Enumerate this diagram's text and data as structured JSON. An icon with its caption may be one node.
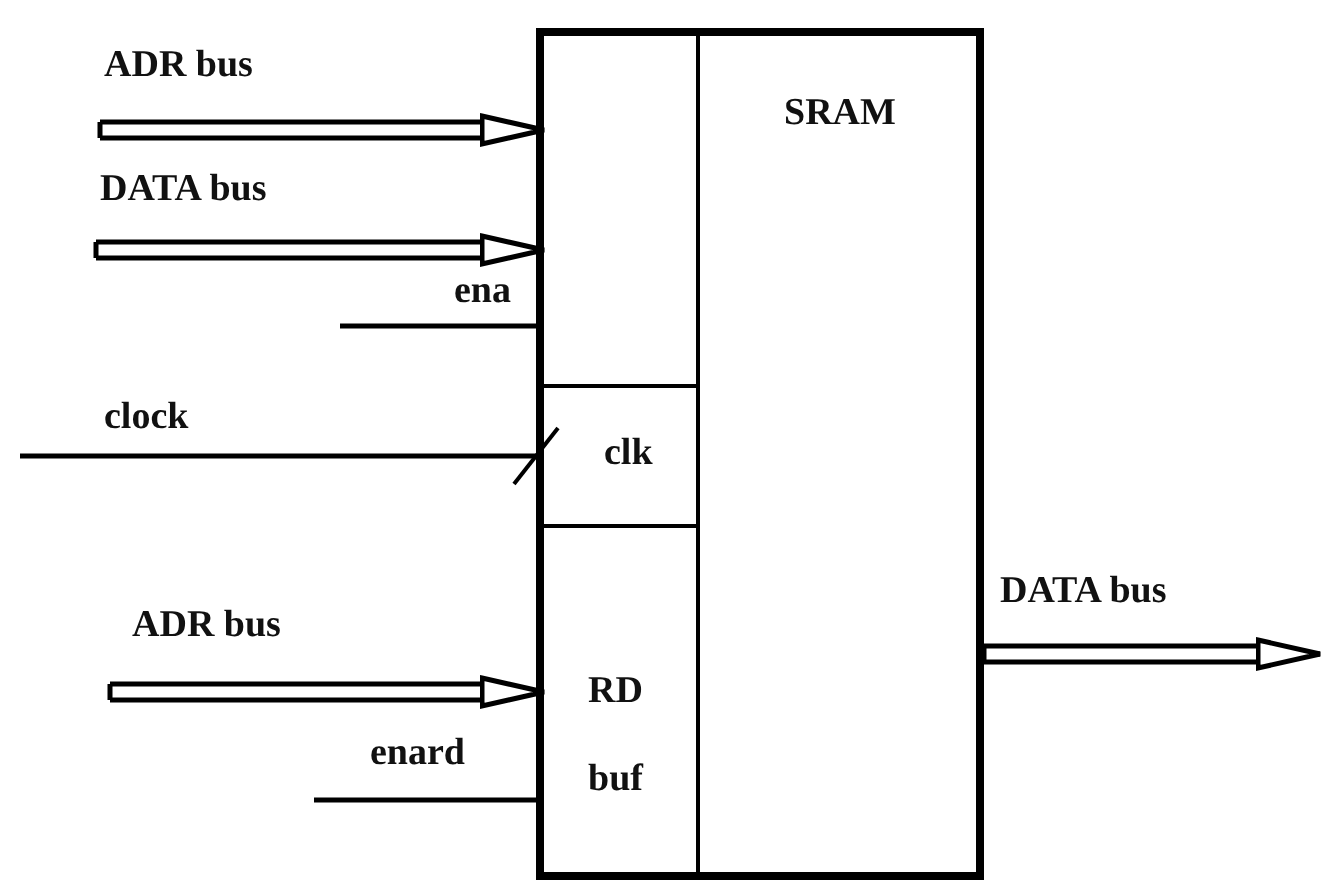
{
  "diagram": {
    "nodes": [
      {
        "text": [
          "SRAM"
        ]
      },
      {
        "text": [],
        "shape": "box",
        "in": 0
      },
      {
        "text": [
          "clk"
        ],
        "in": 0
      },
      {
        "text": [
          "RD buf"
        ],
        "in": 0
      }
    ],
    "edges": [
      {
        "from": null,
        "to": 1,
        "arrow": "to",
        "label": "ADR bus"
      },
      {
        "from": null,
        "to": 1,
        "arrow": "to",
        "label": "DATA bus"
      },
      {
        "from": null,
        "to": 1,
        "arrow": "none",
        "label": "ena"
      },
      {
        "from": null,
        "to": 2,
        "arrow": "none",
        "label": "clock"
      },
      {
        "from": null,
        "to": 3,
        "arrow": "to",
        "label": "ADR bus"
      },
      {
        "from": null,
        "to": 3,
        "arrow": "none",
        "label": "enard"
      },
      {
        "from": 0,
        "to": null,
        "arrow": "to",
        "label": "DATA bus"
      }
    ]
  }
}
